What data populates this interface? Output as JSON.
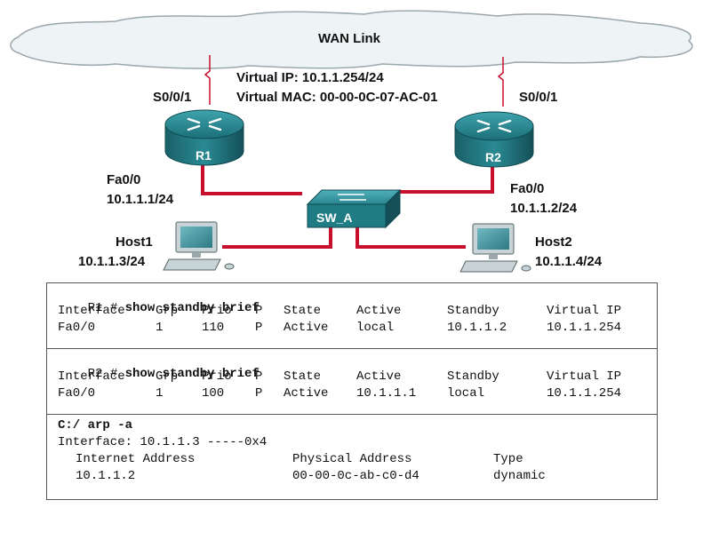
{
  "diagram": {
    "wan_label": "WAN Link",
    "virtual_ip": "Virtual IP: 10.1.1.254/24",
    "virtual_mac": "Virtual MAC: 00-00-0C-07-AC-01",
    "r1": {
      "name": "R1",
      "serial": "S0/0/1",
      "fa": "Fa0/0",
      "ip": "10.1.1.1/24"
    },
    "r2": {
      "name": "R2",
      "serial": "S0/0/1",
      "fa": "Fa0/0",
      "ip": "10.1.1.2/24"
    },
    "switch": {
      "name": "SW_A"
    },
    "host1": {
      "name": "Host1",
      "ip": "10.1.1.3/24"
    },
    "host2": {
      "name": "Host2",
      "ip": "10.1.1.4/24"
    },
    "colors": {
      "link": "#c8102e",
      "router": "#1f7c85",
      "cloud": "#eef3f6"
    }
  },
  "r1_output": {
    "prompt": "R1 # ",
    "command": "show standby brief",
    "headers": [
      "Interface",
      "Grp",
      "Prio",
      "P",
      "State",
      "Active",
      "Standby",
      "Virtual IP"
    ],
    "row": [
      "Fa0/0",
      "1",
      "110",
      "P",
      "Active",
      "local",
      "10.1.1.2",
      "10.1.1.254"
    ]
  },
  "r2_output": {
    "prompt": "R2 # ",
    "command": "show standby brief",
    "headers": [
      "Interface",
      "Grp",
      "Prio",
      "P",
      "State",
      "Active",
      "Standby",
      "Virtual IP"
    ],
    "row": [
      "Fa0/0",
      "1",
      "100",
      "P",
      "Active",
      "10.1.1.1",
      "local",
      "10.1.1.254"
    ]
  },
  "arp_output": {
    "command": "C:/ arp -a",
    "interface_line": "Interface: 10.1.1.3 -----0x4",
    "headers": [
      "Internet Address",
      "Physical Address",
      "Type"
    ],
    "row": [
      "10.1.1.2",
      "00-00-0c-ab-c0-d4",
      "dynamic"
    ]
  }
}
